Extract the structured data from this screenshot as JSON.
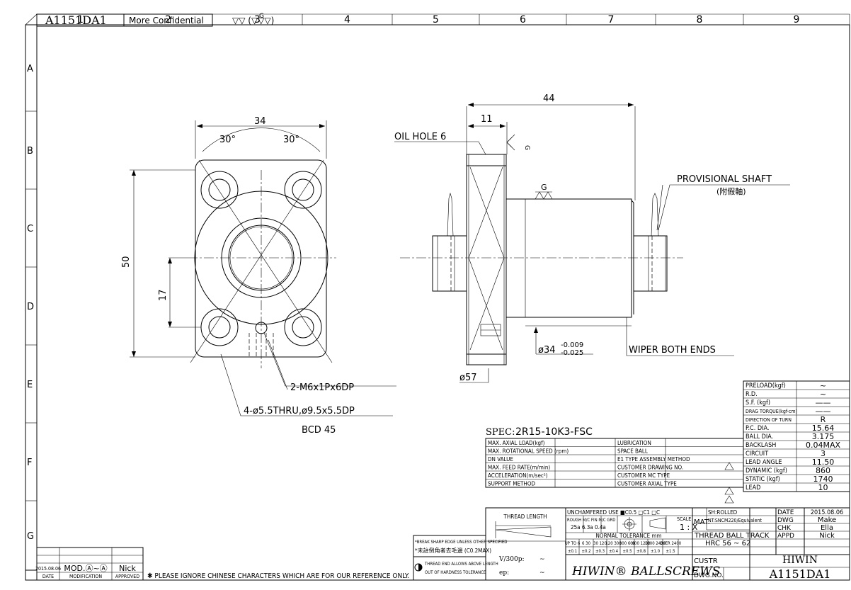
{
  "border": {
    "columns": [
      "1",
      "2",
      "3",
      "4",
      "5",
      "6",
      "7",
      "8",
      "9"
    ],
    "rows": [
      "A",
      "B",
      "C",
      "D",
      "E",
      "F",
      "G"
    ]
  },
  "header": {
    "drawing_no": "A1151DA1",
    "confidentiality": "More Confidential",
    "surface_symbol": "▽▽ (▽▽▽)",
    "surface_grade": "G"
  },
  "front_view": {
    "width_dim": "34",
    "angle_left": "30°",
    "angle_right": "30°",
    "height_dim": "50",
    "offset_dim": "17",
    "tap_callout": "2-M6x1Px6DP",
    "hole_callout": "4-ø5.5THRU,ø9.5x5.5DP",
    "bcd": "BCD 45"
  },
  "side_view": {
    "length_dim": "44",
    "flange_dim": "11",
    "oil_hole": "OIL HOLE 6",
    "surface_g1": "G",
    "surface_g2": "G",
    "shaft_label": "PROVISIONAL SHAFT",
    "shaft_note": "(附假軸)",
    "dia_body": "ø34",
    "tol_upper": "-0.009",
    "tol_lower": "-0.025",
    "wiper": "WIPER BOTH ENDS",
    "dia_flange": "ø57"
  },
  "spec": {
    "label": "SPEC:",
    "value": "2R15-10K3-FSC",
    "left_rows": [
      "MAX. AXIAL LOAD(kgf)",
      "MAX. ROTATIONAL SPEED (rpm)",
      "DN VALUE",
      "MAX. FEED RATE(m/min)",
      "ACCELERATION(m/sec²)",
      "SUPPORT METHOD"
    ],
    "mid_rows": [
      "LUBRICATION",
      "SPACE BALL",
      "E1 TYPE ASSEMBLY METHOD",
      "CUSTOMER DRAWING NO.",
      "CUSTOMER MC TYPE",
      "CUSTOMER AXIAL TYPE"
    ],
    "mid_marks": [
      "",
      "",
      "",
      "",
      "",
      ""
    ]
  },
  "params": {
    "rows": [
      {
        "label": "PRELOAD(kgf)",
        "value": "~"
      },
      {
        "label": "R.D.",
        "value": "~"
      },
      {
        "label": "S.F.  (kgf)",
        "value": "——"
      },
      {
        "label": "DRAG TORQUE(kgf-cm)",
        "value": "——"
      },
      {
        "label": "DIRECTION OF TURN",
        "value": "R"
      },
      {
        "label": "P.C. DIA.",
        "value": "15.64"
      },
      {
        "label": "BALL DIA.",
        "value": "3.175"
      },
      {
        "label": "BACKLASH",
        "value": "0.04MAX"
      },
      {
        "label": "CIRCUIT",
        "value": "3"
      },
      {
        "label": "LEAD ANGLE",
        "value": "11.50"
      },
      {
        "label": "DYNAMIC   (kgf)",
        "value": "860"
      },
      {
        "label": "STATIC    (kgf)",
        "value": "1740"
      },
      {
        "label": "LEAD",
        "value": "10"
      }
    ]
  },
  "title_block": {
    "thread_length": "THREAD LENGTH",
    "unchamfered": "UNCHAMFERED USE ■C0.5 □C1 □C",
    "rough": "ROUGH M/C FIN M/C  GRD",
    "rough_vals": "25a    6.3a   0.4a",
    "scale_label": "SCALE",
    "scale_value": "1 : X",
    "tolerance_title": "NORMAL  TOLERANCE  mm",
    "tol_head": [
      "UP TO 6",
      "6 30",
      "30 120",
      "120 300",
      "300 600",
      "600 1200",
      "1200 2400",
      "OVER 2400"
    ],
    "tol_vals": [
      "±0.1",
      "±0.2",
      "±0.3",
      "±0.4",
      "±0.5",
      "±0.8",
      "±1.0",
      "±1.5"
    ],
    "edge_note1": "*BREAK SHARP EDGE UNLESS OTHER SPECIFIED",
    "edge_note2": "*未註倒角者去毛邊 (C0.2MAX)",
    "thread_note1": "THREAD END ALLOWS ABOVE LENGTH",
    "thread_note2": "OUT OF HARDNESS TOLERANCE",
    "v300": "V/300p:",
    "ep": "ep:",
    "tilde": "~",
    "brand": "HIWIN® BALLSCREWS",
    "mat_label": "MAT.",
    "mat_sh": "SH:ROLLED",
    "mat_nt": "NT:SNCM220/Equivalent",
    "thread_track": "THREAD BALL TRACK",
    "hrc": "HRC 56 ~ 62",
    "custr": "CUSTR",
    "company": "HIWIN",
    "dwg_no_label": "DWG.NO.",
    "dwg_no": "A1151DA1",
    "date_label": "DATE",
    "date_value": "2015.08.06",
    "dwg_label": "DWG",
    "dwg_value": "Make",
    "chk_label": "CHK",
    "chk_value": "Ella",
    "appd_label": "APPD",
    "appd_value": "Nick"
  },
  "revision": {
    "date": "2015.08.06",
    "modification": "MOD.Ⓐ~Ⓐ",
    "approved": "Nick",
    "h_date": "DATE",
    "h_mod": "MODIFICATION",
    "h_appr": "APPROVED",
    "footnote": "✱ PLEASE IGNORE CHINESE CHARACTERS WHICH ARE FOR OUR REFERENCE ONLY."
  }
}
